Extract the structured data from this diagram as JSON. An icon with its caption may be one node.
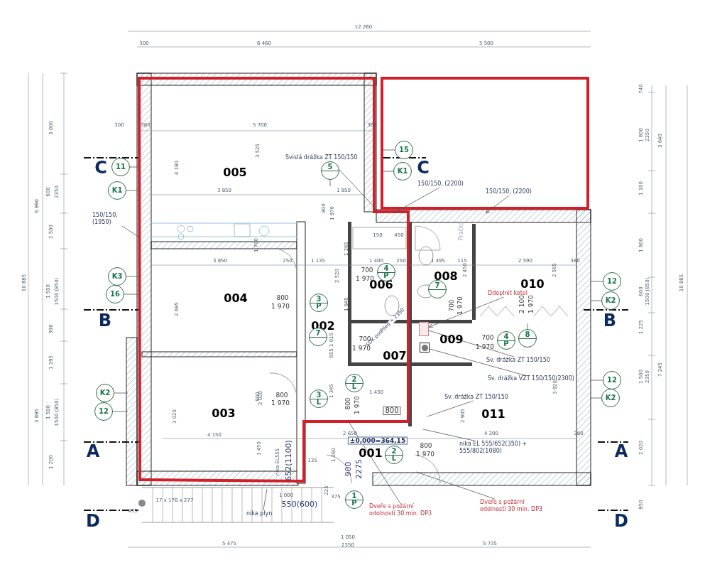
{
  "diagram": {
    "nodes": [
      {
        "text": [
          "11"
        ]
      },
      {
        "text": [
          "K1"
        ]
      },
      {
        "text": [
          "5"
        ]
      },
      {
        "text": [
          "15"
        ]
      },
      {
        "text": [
          "K1"
        ]
      },
      {
        "text": [
          "K3"
        ]
      },
      {
        "text": [
          "16"
        ]
      },
      {
        "text": [
          "3",
          "P"
        ]
      },
      {
        "text": [
          "4",
          "P"
        ]
      },
      {
        "text": [
          "7"
        ]
      },
      {
        "text": [
          "7"
        ]
      },
      {
        "text": [
          "4",
          "P"
        ]
      },
      {
        "text": [
          "8"
        ]
      },
      {
        "text": [
          "12"
        ]
      },
      {
        "text": [
          "K2"
        ]
      },
      {
        "text": [
          "12"
        ]
      },
      {
        "text": [
          "K2"
        ]
      },
      {
        "text": [
          "K2"
        ]
      },
      {
        "text": [
          "12"
        ]
      },
      {
        "text": [
          "2",
          "L"
        ]
      },
      {
        "text": [
          "3",
          "L"
        ]
      },
      {
        "text": [
          "2",
          "L"
        ]
      },
      {
        "text": [
          "1",
          "P"
        ]
      },
      {
        "text": [
          "Svislá drážka ZT 150/150"
        ]
      },
      {
        "text": [
          "150/150, (2200)"
        ]
      },
      {
        "text": [
          "150/150, (2200)"
        ]
      },
      {
        "text": [
          "150/150, (1950)"
        ]
      },
      {
        "text": [
          "Ddoplnit kotel"
        ]
      },
      {
        "text": [
          "Sv. drážka ZT 150/150"
        ]
      },
      {
        "text": [
          "Sv. drážka VZT 150/150(2300)"
        ]
      },
      {
        "text": [
          "Sv. drážka ZT 150/150"
        ]
      },
      {
        "text": [
          "nika EL 555/652(350) + 555/802(1080)"
        ]
      },
      {
        "text": [
          "Dveře s požární odolností 30 min. DP3"
        ]
      },
      {
        "text": [
          "Dveře s požární odolností 30 min. DP3"
        ]
      },
      {
        "text": [
          "nika plyn"
        ]
      },
      {
        "text": [],
        "shape": "box"
      },
      {
        "text": [],
        "shape": "box"
      }
    ],
    "edges": [
      {
        "from": 0,
        "to": null,
        "arrow": "none"
      },
      {
        "from": 1,
        "to": null,
        "arrow": "none"
      },
      {
        "from": 3,
        "to": null,
        "arrow": "none"
      },
      {
        "from": 4,
        "to": null,
        "arrow": "none"
      },
      {
        "from": 5,
        "to": null,
        "arrow": "none"
      },
      {
        "from": 6,
        "to": null,
        "arrow": "none"
      },
      {
        "from": 13,
        "to": null,
        "arrow": "none"
      },
      {
        "from": 14,
        "to": null,
        "arrow": "none"
      },
      {
        "from": 15,
        "to": null,
        "arrow": "none"
      },
      {
        "from": 16,
        "to": null,
        "arrow": "none"
      },
      {
        "from": 17,
        "to": null,
        "arrow": "none"
      },
      {
        "from": 18,
        "to": null,
        "arrow": "none"
      },
      {
        "from": 23,
        "to": null,
        "arrow": "none"
      },
      {
        "from": 24,
        "to": null,
        "arrow": "to"
      },
      {
        "from": 25,
        "to": null,
        "arrow": "to"
      },
      {
        "from": 26,
        "to": null,
        "arrow": "none"
      },
      {
        "from": 27,
        "to": 35,
        "arrow": "to"
      },
      {
        "from": 28,
        "to": 35,
        "arrow": "none"
      },
      {
        "from": 29,
        "to": 36,
        "arrow": "none"
      },
      {
        "from": 30,
        "to": null,
        "arrow": "none"
      },
      {
        "from": 31,
        "to": null,
        "arrow": "none"
      },
      {
        "from": 32,
        "to": null,
        "arrow": "none"
      },
      {
        "from": 33,
        "to": null,
        "arrow": "none"
      },
      {
        "from": 34,
        "to": null,
        "arrow": "none"
      },
      {
        "from": 2,
        "to": null,
        "arrow": "none"
      },
      {
        "from": 12,
        "to": null,
        "arrow": "none"
      }
    ],
    "labels": [
      "005",
      "004",
      "002",
      "006",
      "008",
      "010",
      "007",
      "009",
      "003",
      "011",
      "001",
      "C",
      "C",
      "B",
      "B",
      "A",
      "A",
      "D",
      "D",
      "±0,000=364,15",
      "17 x 176 x 277",
      "550(600)",
      "652(1100)",
      "nika EL555",
      "SDK podhled + 2350",
      "Pračka",
      "12 260",
      "300",
      "6 460",
      "5 500",
      "300",
      "380",
      "5 700",
      "380",
      "3 525",
      "4 180",
      "3 850",
      "1 850",
      "900",
      "1 970",
      "3 000",
      "6 990",
      "600",
      "2350",
      "1 500",
      "10 885",
      "1 500",
      "1500 (850)",
      "390",
      "1 195",
      "3 895",
      "1 500",
      "1500 (850)",
      "1 200",
      "740",
      "1 800",
      "2350",
      "3 640",
      "1 100",
      "1 900",
      "10 885",
      "600",
      "1500 (850)",
      "1 225",
      "7 245",
      "1 500",
      "2350",
      "2 020",
      "950",
      "5 475",
      "1 050",
      "2350",
      "5 735",
      "3 850",
      "1 700",
      "250",
      "1 135",
      "1 400",
      "250",
      "1 495",
      "115",
      "2 590",
      "380",
      "2 695",
      "800",
      "1 970",
      "700",
      "1 970",
      "2 450",
      "2 565",
      "700",
      "1 970",
      "2 100",
      "1 970",
      "700",
      "1 970",
      "700",
      "1 970",
      "3 020",
      "800",
      "1 970",
      "4 150",
      "1 450",
      "800",
      "1 970",
      "1 430",
      "800",
      "2 650",
      "900",
      "2275",
      "800",
      "1 970",
      "2 905",
      "3 920",
      "4 200",
      "380",
      "150",
      "450",
      "1 265",
      "1 845",
      "1 015",
      "655",
      "1 345",
      "1 260",
      "135",
      "375",
      "225",
      "439",
      "1 000",
      "2 520",
      "2 020",
      "900"
    ]
  }
}
